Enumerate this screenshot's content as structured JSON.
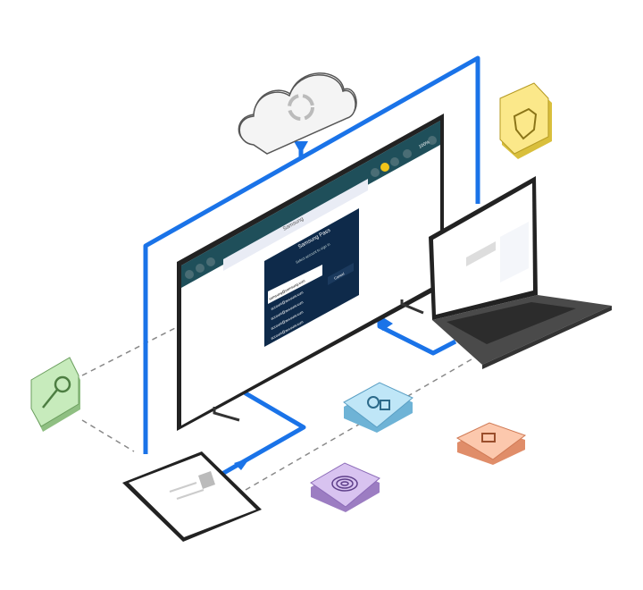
{
  "tv": {
    "address_bar": "Samsung",
    "zoom_level": "100%",
    "dialog_title": "Samsung Pass",
    "dialog_subtitle": "Select account to sign in",
    "accounts": [
      "samsung@samsung.com",
      "account@account.com",
      "account@account.com",
      "account@account.com",
      "account@account.com"
    ],
    "cancel_label": "Cancel"
  },
  "colors": {
    "connector": "#1a73e8",
    "tv_dialog": "#0e2a4a",
    "key_icon": "#bfe3b4",
    "shield_icon": "#f7e27a",
    "person_icon": "#a9d8f0",
    "lock_icon": "#f8b99b",
    "fingerprint_icon": "#c9aee6"
  }
}
